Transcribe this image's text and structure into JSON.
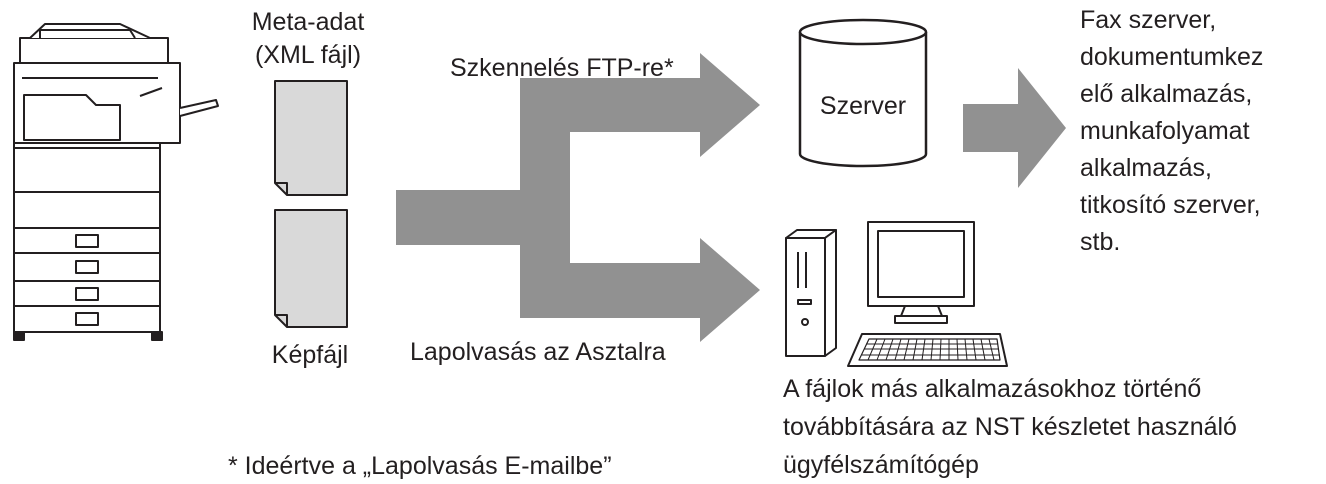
{
  "labels": {
    "metadata": "Meta-adat\n(XML fájl)",
    "image_file": "Képfájl",
    "scan_to_ftp": "Szkennelés FTP-re*",
    "scan_to_desktop": "Lapolvasás az Asztalra",
    "server": "Szerver",
    "server_apps": "Fax szerver,\ndokumentumkez\nelő alkalmazás,\nmunkafolyamat\nalkalmazás,\ntitkosító szerver,\nstb.",
    "client_pc": "A fájlok más alkalmazásokhoz történő\ntovábbítására az NST készletet használó\nügyfélszámítógép",
    "footnote": "*  Ideértve a „Lapolvasás E-mailbe”"
  },
  "colors": {
    "arrow": "#919191",
    "page": "#d9d9d9",
    "stroke": "#231f20",
    "text": "#231f20"
  },
  "icons": [
    "copier-icon",
    "document-icon",
    "database-icon",
    "desktop-computer-icon",
    "monitor-icon",
    "keyboard-icon"
  ]
}
